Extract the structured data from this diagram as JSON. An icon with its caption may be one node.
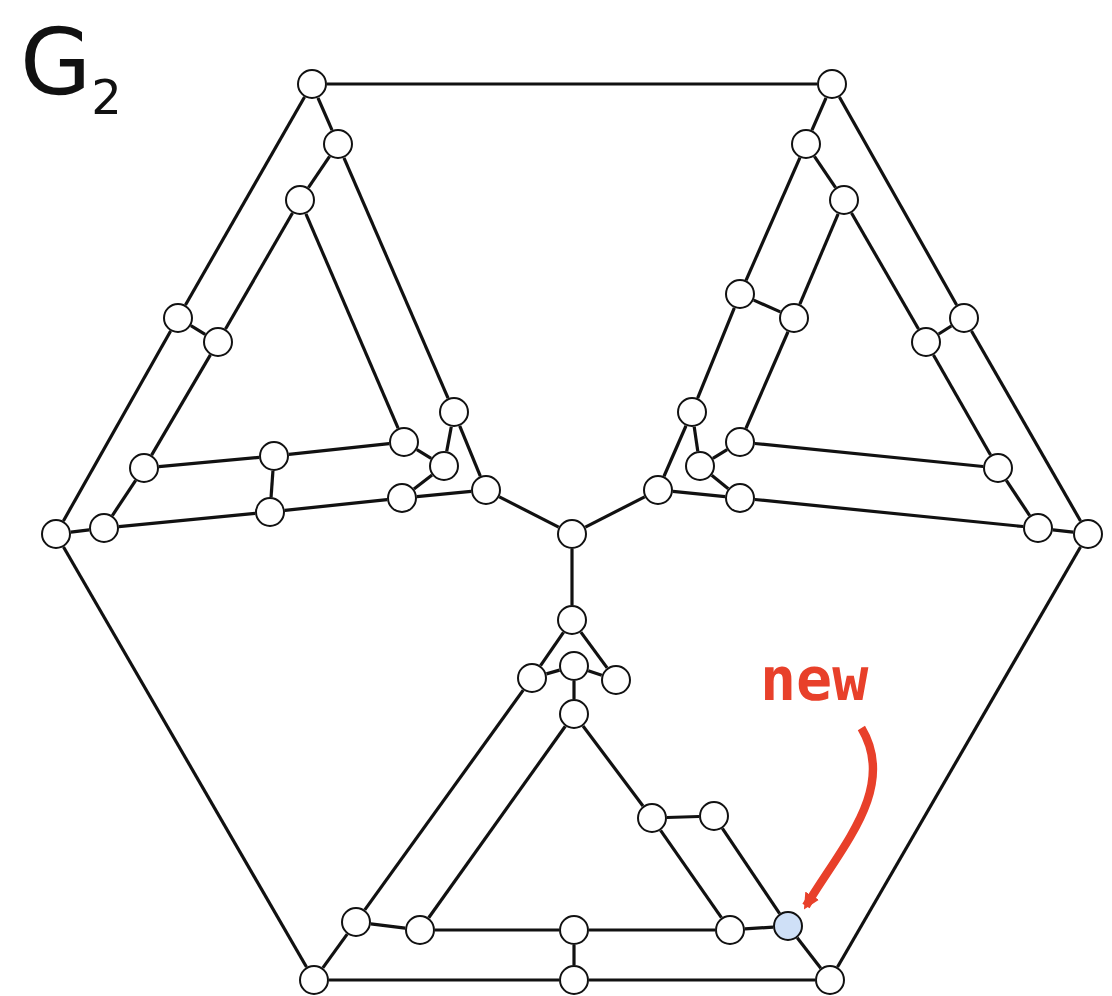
{
  "diagram": {
    "title": "G$_{2}$",
    "nodes": [
      {
        "text": [],
        "shape": "circle"
      },
      {
        "text": [],
        "shape": "circle"
      },
      {
        "text": [],
        "shape": "circle"
      },
      {
        "text": [],
        "shape": "circle"
      },
      {
        "text": [],
        "shape": "circle"
      },
      {
        "text": [],
        "shape": "circle"
      },
      {
        "text": [],
        "shape": "circle"
      },
      {
        "text": [],
        "shape": "circle"
      },
      {
        "text": [],
        "shape": "circle"
      },
      {
        "text": [],
        "shape": "circle"
      },
      {
        "text": [],
        "shape": "circle"
      },
      {
        "text": [],
        "shape": "circle"
      },
      {
        "text": [],
        "shape": "circle"
      },
      {
        "text": [],
        "shape": "circle"
      },
      {
        "text": [],
        "shape": "circle"
      },
      {
        "text": [],
        "shape": "circle"
      },
      {
        "text": [],
        "shape": "circle"
      },
      {
        "text": [],
        "shape": "circle"
      },
      {
        "text": [],
        "shape": "circle"
      },
      {
        "text": [],
        "shape": "circle"
      },
      {
        "text": [],
        "shape": "circle"
      },
      {
        "text": [],
        "shape": "circle"
      },
      {
        "text": [],
        "shape": "circle"
      },
      {
        "text": [],
        "shape": "circle"
      },
      {
        "text": [],
        "shape": "circle"
      },
      {
        "text": [],
        "shape": "circle"
      },
      {
        "text": [],
        "shape": "circle"
      },
      {
        "text": [],
        "shape": "circle"
      },
      {
        "text": [],
        "shape": "circle"
      },
      {
        "text": [],
        "shape": "circle"
      },
      {
        "text": [],
        "shape": "circle"
      },
      {
        "text": [],
        "shape": "circle"
      },
      {
        "text": [],
        "shape": "circle"
      },
      {
        "text": [],
        "shape": "circle"
      },
      {
        "text": [],
        "shape": "circle"
      },
      {
        "text": [],
        "shape": "circle"
      },
      {
        "text": [],
        "shape": "circle"
      },
      {
        "text": [],
        "shape": "circle"
      },
      {
        "text": [],
        "shape": "circle"
      },
      {
        "text": [],
        "shape": "circle"
      },
      {
        "text": [],
        "shape": "circle"
      },
      {
        "text": [],
        "shape": "circle"
      },
      {
        "text": [],
        "shape": "circle"
      },
      {
        "text": [],
        "shape": "circle"
      },
      {
        "text": [],
        "shape": "circle"
      },
      {
        "text": [],
        "shape": "circle"
      },
      {
        "text": [
          "new"
        ]
      }
    ],
    "edges": [
      {
        "from": 0,
        "to": 1,
        "arrow": "none"
      },
      {
        "from": 0,
        "to": 3,
        "arrow": "none"
      },
      {
        "from": 3,
        "to": 13,
        "arrow": "none"
      },
      {
        "from": 1,
        "to": 2,
        "arrow": "none"
      },
      {
        "from": 1,
        "to": 5,
        "arrow": "none"
      },
      {
        "from": 2,
        "to": 4,
        "arrow": "none"
      },
      {
        "from": 2,
        "to": 6,
        "arrow": "none"
      },
      {
        "from": 3,
        "to": 4,
        "arrow": "none"
      },
      {
        "from": 4,
        "to": 10,
        "arrow": "none"
      },
      {
        "from": 10,
        "to": 14,
        "arrow": "none"
      },
      {
        "from": 5,
        "to": 7,
        "arrow": "none"
      },
      {
        "from": 5,
        "to": 8,
        "arrow": "none"
      },
      {
        "from": 6,
        "to": 7,
        "arrow": "none"
      },
      {
        "from": 6,
        "to": 9,
        "arrow": "none"
      },
      {
        "from": 9,
        "to": 10,
        "arrow": "none"
      },
      {
        "from": 9,
        "to": 11,
        "arrow": "none"
      },
      {
        "from": 7,
        "to": 12,
        "arrow": "none"
      },
      {
        "from": 12,
        "to": 11,
        "arrow": "none"
      },
      {
        "from": 11,
        "to": 14,
        "arrow": "none"
      },
      {
        "from": 14,
        "to": 13,
        "arrow": "none"
      },
      {
        "from": 12,
        "to": 8,
        "arrow": "none"
      },
      {
        "from": 8,
        "to": 30,
        "arrow": "none"
      },
      {
        "from": 15,
        "to": 16,
        "arrow": "none"
      },
      {
        "from": 15,
        "to": 20,
        "arrow": "none"
      },
      {
        "from": 20,
        "to": 29,
        "arrow": "none"
      },
      {
        "from": 16,
        "to": 17,
        "arrow": "none"
      },
      {
        "from": 16,
        "to": 18,
        "arrow": "none"
      },
      {
        "from": 17,
        "to": 19,
        "arrow": "none"
      },
      {
        "from": 17,
        "to": 21,
        "arrow": "none"
      },
      {
        "from": 18,
        "to": 19,
        "arrow": "none"
      },
      {
        "from": 18,
        "to": 22,
        "arrow": "none"
      },
      {
        "from": 19,
        "to": 23,
        "arrow": "none"
      },
      {
        "from": 21,
        "to": 20,
        "arrow": "none"
      },
      {
        "from": 21,
        "to": 27,
        "arrow": "none"
      },
      {
        "from": 22,
        "to": 24,
        "arrow": "none"
      },
      {
        "from": 22,
        "to": 25,
        "arrow": "none"
      },
      {
        "from": 23,
        "to": 27,
        "arrow": "none"
      },
      {
        "from": 23,
        "to": 24,
        "arrow": "none"
      },
      {
        "from": 24,
        "to": 26,
        "arrow": "none"
      },
      {
        "from": 25,
        "to": 26,
        "arrow": "none"
      },
      {
        "from": 26,
        "to": 28,
        "arrow": "none"
      },
      {
        "from": 27,
        "to": 28,
        "arrow": "none"
      },
      {
        "from": 28,
        "to": 29,
        "arrow": "none"
      },
      {
        "from": 30,
        "to": 25,
        "arrow": "none"
      },
      {
        "from": 30,
        "to": 31,
        "arrow": "none"
      },
      {
        "from": 31,
        "to": 32,
        "arrow": "none"
      },
      {
        "from": 31,
        "to": 34,
        "arrow": "none"
      },
      {
        "from": 32,
        "to": 33,
        "arrow": "none"
      },
      {
        "from": 33,
        "to": 34,
        "arrow": "none"
      },
      {
        "from": 33,
        "to": 35,
        "arrow": "none"
      },
      {
        "from": 32,
        "to": 38,
        "arrow": "none"
      },
      {
        "from": 38,
        "to": 43,
        "arrow": "none"
      },
      {
        "from": 38,
        "to": 39,
        "arrow": "none"
      },
      {
        "from": 35,
        "to": 39,
        "arrow": "none"
      },
      {
        "from": 39,
        "to": 40,
        "arrow": "none"
      },
      {
        "from": 40,
        "to": 41,
        "arrow": "none"
      },
      {
        "from": 40,
        "to": 44,
        "arrow": "none"
      },
      {
        "from": 35,
        "to": 36,
        "arrow": "none"
      },
      {
        "from": 36,
        "to": 37,
        "arrow": "none"
      },
      {
        "from": 36,
        "to": 41,
        "arrow": "none"
      },
      {
        "from": 37,
        "to": 42,
        "arrow": "none"
      },
      {
        "from": 41,
        "to": 42,
        "arrow": "none"
      },
      {
        "from": 42,
        "to": 45,
        "arrow": "none"
      },
      {
        "from": 43,
        "to": 44,
        "arrow": "none"
      },
      {
        "from": 44,
        "to": 45,
        "arrow": "none"
      },
      {
        "from": 0,
        "to": 15,
        "arrow": "none"
      },
      {
        "from": 13,
        "to": 43,
        "arrow": "none"
      },
      {
        "from": 29,
        "to": 45,
        "arrow": "none"
      },
      {
        "from": 46,
        "to": 42,
        "arrow": "to",
        "style": "thick",
        "color": "#e8402a"
      }
    ]
  }
}
